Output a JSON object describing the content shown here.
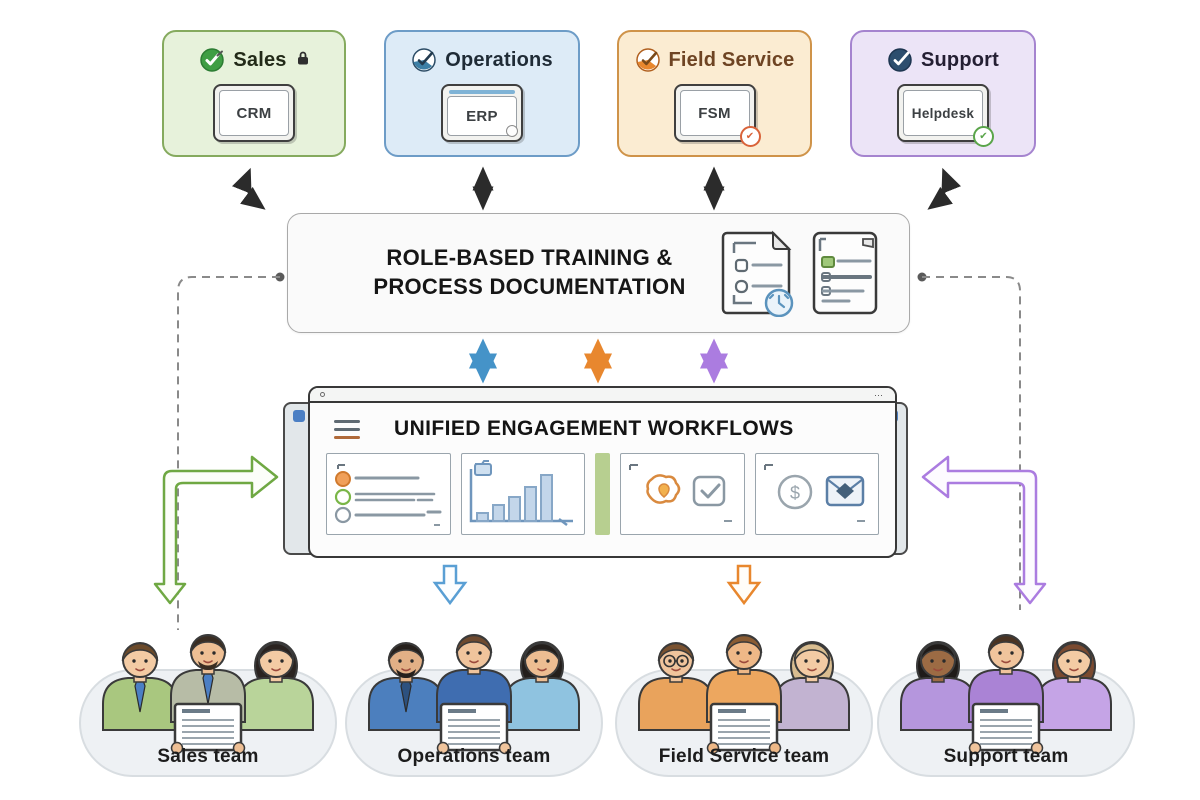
{
  "diagram_title": "Unified engagement workflows diagram",
  "departments": [
    {
      "label": "Sales",
      "app": "CRM",
      "check_color": "#3f9e44",
      "bg": "#e7f2db",
      "border": "#85aa5e",
      "label_color": "#222a18",
      "extra_icon": "lock-icon",
      "badge": "none",
      "screen_accent": "none"
    },
    {
      "label": "Operations",
      "app": "ERP",
      "check_color": "#3c7fa6",
      "bg": "#ddebf7",
      "border": "#6d9cc7",
      "label_color": "#1f2b36",
      "extra_icon": "none",
      "badge": "gray-dot",
      "screen_accent": "#7fb3d6"
    },
    {
      "label": "Field Service",
      "app": "FSM",
      "check_color": "#e8872e",
      "bg": "#fbecd2",
      "border": "#cf9349",
      "label_color": "#6e4423",
      "extra_icon": "none",
      "badge": "orange",
      "badge_glyph": "✔",
      "badge_color": "#d9633a",
      "screen_accent": "none"
    },
    {
      "label": "Support",
      "app": "Helpdesk",
      "check_color": "#2d4e6e",
      "bg": "#ece4f7",
      "border": "#a584cf",
      "label_color": "#241f33",
      "extra_icon": "none",
      "badge": "green",
      "badge_glyph": "✔",
      "badge_color": "#5aa54a",
      "screen_accent": "none"
    }
  ],
  "training_box": {
    "title_line1": "ROLE-BASED TRAINING &",
    "title_line2": "PROCESS DOCUMENTATION",
    "icons": [
      "checklist-document-with-clock",
      "process-notes-document"
    ]
  },
  "workflows_window": {
    "title": "UNIFIED ENGAGEMENT WORKFLOWS",
    "menu_icon": "hamburger-icon",
    "window_controls": "⋯",
    "panels": [
      "task-list",
      "bar-chart",
      "location-and-approval",
      "payment-and-mail"
    ],
    "panel_chart_bars": [
      8,
      16,
      24,
      34,
      46
    ]
  },
  "arrow_colors": {
    "black": "#2b2b2b",
    "blue": "#4593c8",
    "orange": "#e8872e",
    "purple": "#ab7ce0",
    "green": "#6fa843",
    "dashed_gray": "#8a8a8a"
  },
  "teams": [
    {
      "label": "Sales team",
      "people": [
        {
          "skin": "#f3cba4",
          "hair": "#6b4a2a",
          "shirt": "#a9c77f",
          "female": false,
          "beard": false,
          "glasses": false,
          "tie": "#4b7fc4"
        },
        {
          "skin": "#eebf94",
          "hair": "#3a2d22",
          "shirt": "#b7bca6",
          "female": false,
          "beard": true,
          "glasses": false,
          "tie": "#4b7fc4"
        },
        {
          "skin": "#f3cba4",
          "hair": "#2a2320",
          "shirt": "#b9d49a",
          "female": true,
          "beard": false,
          "glasses": false,
          "tie": ""
        }
      ]
    },
    {
      "label": "Operations team",
      "people": [
        {
          "skin": "#e2b086",
          "hair": "#26201c",
          "shirt": "#4c7fbe",
          "female": false,
          "beard": true,
          "glasses": false,
          "tie": "#2d517f"
        },
        {
          "skin": "#f0c49c",
          "hair": "#6e4a2f",
          "shirt": "#3f6db0",
          "female": false,
          "beard": false,
          "glasses": false,
          "tie": ""
        },
        {
          "skin": "#edbd92",
          "hair": "#241f1c",
          "shirt": "#8fc3e0",
          "female": true,
          "beard": false,
          "glasses": false,
          "tie": ""
        }
      ]
    },
    {
      "label": "Field Service team",
      "people": [
        {
          "skin": "#f0c49c",
          "hair": "#7a5230",
          "shirt": "#e9a35c",
          "female": false,
          "beard": false,
          "glasses": true,
          "tie": ""
        },
        {
          "skin": "#eeb887",
          "hair": "#8a5c33",
          "shirt": "#eda75f",
          "female": false,
          "beard": false,
          "glasses": false,
          "tie": ""
        },
        {
          "skin": "#f3cba4",
          "hair": "#d9bd90",
          "shirt": "#c2b3d1",
          "female": true,
          "beard": false,
          "glasses": false,
          "tie": ""
        }
      ]
    },
    {
      "label": "Support team",
      "people": [
        {
          "skin": "#9c6b44",
          "hair": "#1f1b19",
          "shirt": "#b596dd",
          "female": true,
          "beard": false,
          "glasses": false,
          "tie": ""
        },
        {
          "skin": "#f0c49c",
          "hair": "#4a3322",
          "shirt": "#aa83d5",
          "female": false,
          "beard": false,
          "glasses": false,
          "tie": ""
        },
        {
          "skin": "#f3cba4",
          "hair": "#7a4a30",
          "shirt": "#c5a4e6",
          "female": true,
          "beard": false,
          "glasses": false,
          "tie": ""
        }
      ]
    }
  ]
}
